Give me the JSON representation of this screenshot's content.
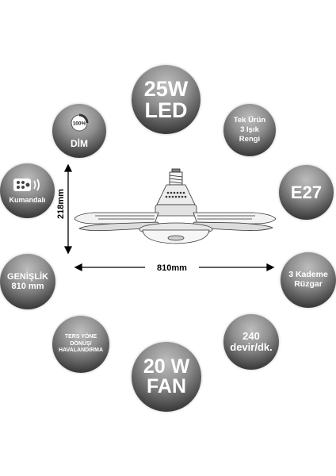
{
  "badges": {
    "led": {
      "line1": "25W",
      "line2": "LED"
    },
    "dim": {
      "icon_text": "100%",
      "label": "DİM"
    },
    "tek": {
      "line1": "Tek Ürün",
      "line2": "3 Işık",
      "line3": "Rengi"
    },
    "kumanda": {
      "label": "Kumandalı"
    },
    "e27": {
      "line1": "E27"
    },
    "genislik": {
      "line1": "GENİŞLİK",
      "line2": "810 mm"
    },
    "kademe": {
      "line1": "3 Kademe",
      "line2": "Rüzgar"
    },
    "ters": {
      "line1": "TERS YÖNE",
      "line2": "DÖNÜŞ/",
      "line3": "HAVALANDIRMA"
    },
    "devir": {
      "line1": "240",
      "line2": "devir/dk."
    },
    "fan": {
      "line1": "20 W",
      "line2": "FAN"
    }
  },
  "dimensions": {
    "height_label": "218mm",
    "width_label": "810mm"
  },
  "icons": [
    "dimmer-icon",
    "remote-control-icon",
    "ceiling-fan-illustration"
  ]
}
